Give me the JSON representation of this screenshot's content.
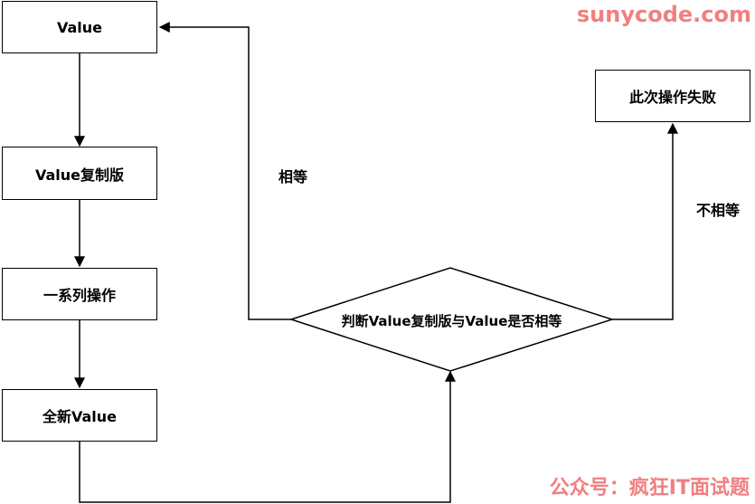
{
  "diagram": {
    "nodes": {
      "value": "Value",
      "copy": "Value复制版",
      "ops": "一系列操作",
      "new_value": "全新Value",
      "compare": "判断Value复制版与Value是否相等",
      "fail": "此次操作失败"
    },
    "edge_labels": {
      "equal": "相等",
      "not_equal": "不相等"
    }
  },
  "watermarks": {
    "site": "sunycode.com",
    "account": "公众号：疯狂IT面试题"
  },
  "colors": {
    "line": "#000000",
    "watermark": "#f08080"
  }
}
